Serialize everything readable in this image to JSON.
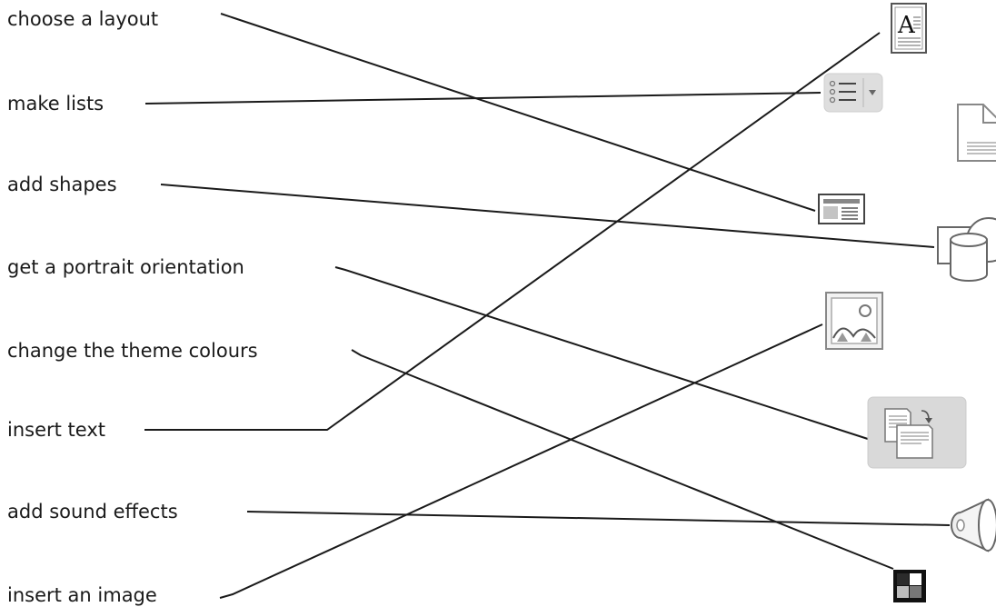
{
  "labels": [
    "choose a layout",
    "make lists",
    "add shapes",
    "get a portrait orientation",
    "change the theme colours",
    "insert text",
    "add sound effects",
    "insert an image"
  ],
  "icons": [
    "text-box-icon",
    "bullet-list-icon",
    "blank-page-icon",
    "layout-icon",
    "shapes-icon",
    "picture-icon",
    "orientation-icon",
    "speaker-icon",
    "theme-colours-icon"
  ],
  "colors": {
    "line": "#1a1a1a",
    "icon_gray": "#888888",
    "button_bg": "#dcdcdc"
  }
}
